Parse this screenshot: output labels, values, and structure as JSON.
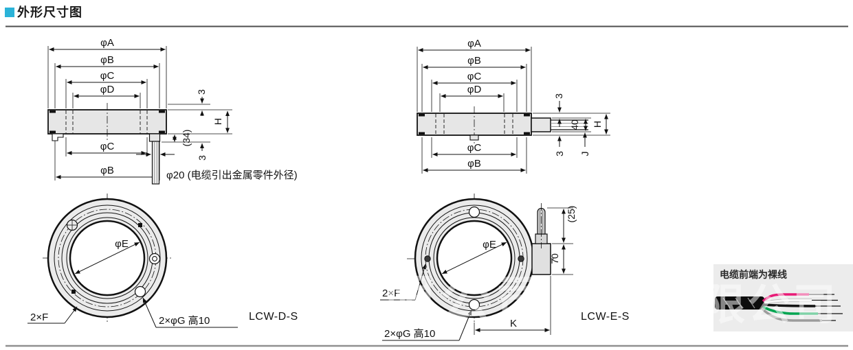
{
  "page": {
    "title": "外形尺寸图",
    "accent_color": "#2bb3d8"
  },
  "left_diagram": {
    "model": "LCW-D-S",
    "dim_a": "φA",
    "dim_b": "φB",
    "dim_c": "φC",
    "dim_d": "φD",
    "dim_c_lower": "φC",
    "dim_b_lower": "φB",
    "dim_top_step": "3",
    "dim_height": "H",
    "dim_cable_space": "(34)",
    "dim_bottom_step": "3",
    "cable_note": "φ20 (电缆引出金属零件外径)",
    "dim_e": "φE",
    "label_f": "2×F",
    "label_g": "2×φG 高10"
  },
  "right_diagram": {
    "model": "LCW-E-S",
    "dim_a": "φA",
    "dim_b": "φB",
    "dim_c": "φC",
    "dim_d": "φD",
    "dim_c_lower": "φC",
    "dim_b_lower": "φB",
    "dim_top_step": "3",
    "dim_block": "40",
    "dim_height": "H",
    "dim_bottom_step": "3",
    "dim_j": "J",
    "dim_e": "φE",
    "dim_gland": "(25)",
    "dim_block_height": "70",
    "dim_k": "K",
    "label_f": "2×F",
    "label_g": "2×φG 高10"
  },
  "cable_box": {
    "title": "电缆前端为裸线",
    "wires": [
      {
        "name": "pink-wire",
        "color": "#e81a76"
      },
      {
        "name": "white-wire",
        "color": "#f7f7f7"
      },
      {
        "name": "black-wire",
        "color": "#151515"
      },
      {
        "name": "green-wire",
        "color": "#00a551"
      },
      {
        "name": "gray-wire",
        "color": "#9c9c9c"
      }
    ]
  },
  "watermark": {
    "center": "有限公司",
    "box": "限公司"
  }
}
